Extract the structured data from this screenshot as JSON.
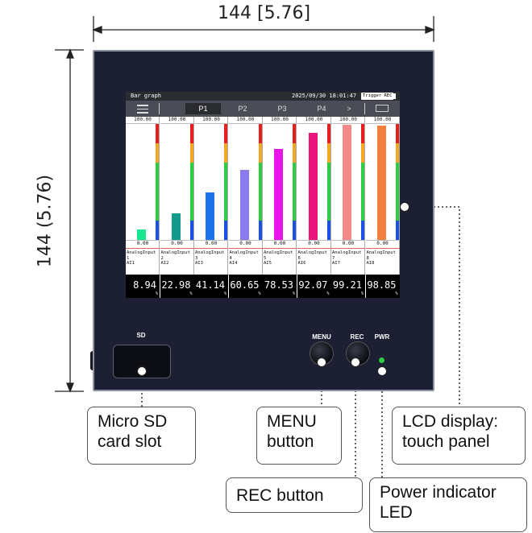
{
  "dimensions": {
    "width_label": "144 [5.76]",
    "height_label": "144 (5.76)"
  },
  "device": {
    "sd_label": "SD",
    "menu_label": "MENU",
    "rec_label": "REC",
    "pwr_label": "PWR",
    "led_color": "#2ecc40"
  },
  "screen": {
    "title": "Bar graph",
    "datetime": "2025/09/30 18:01:47",
    "trigger": "Trigger REC",
    "tabs": [
      "P1",
      "P2",
      "P3",
      "P4"
    ],
    "next_symbol": ">",
    "channels": [
      {
        "top": "100.00",
        "bottom": "0.00",
        "tag1": "AnalogInput",
        "tag2": "1",
        "tag3": "AI1",
        "value": "8.94",
        "unit": "%",
        "level": 0.0894,
        "color": "#17e88f"
      },
      {
        "top": "100.00",
        "bottom": "0.00",
        "tag1": "AnalogInput",
        "tag2": "2",
        "tag3": "AI2",
        "value": "22.98",
        "unit": "%",
        "level": 0.2298,
        "color": "#149a8a"
      },
      {
        "top": "100.00",
        "bottom": "0.00",
        "tag1": "AnalogInput",
        "tag2": "3",
        "tag3": "AI3",
        "value": "41.14",
        "unit": "%",
        "level": 0.4114,
        "color": "#1a73e8"
      },
      {
        "top": "100.00",
        "bottom": "0.00",
        "tag1": "AnalogInput",
        "tag2": "4",
        "tag3": "AI4",
        "value": "60.65",
        "unit": "%",
        "level": 0.6065,
        "color": "#8a7cf0"
      },
      {
        "top": "100.00",
        "bottom": "0.00",
        "tag1": "AnalogInput",
        "tag2": "5",
        "tag3": "AI5",
        "value": "78.53",
        "unit": "%",
        "level": 0.7853,
        "color": "#e815e8"
      },
      {
        "top": "100.00",
        "bottom": "0.00",
        "tag1": "AnalogInput",
        "tag2": "6",
        "tag3": "AI6",
        "value": "92.07",
        "unit": "%",
        "level": 0.9207,
        "color": "#e8157a"
      },
      {
        "top": "100.00",
        "bottom": "0.00",
        "tag1": "AnalogInput",
        "tag2": "7",
        "tag3": "AI7",
        "value": "99.21",
        "unit": "%",
        "level": 0.9921,
        "color": "#f28a8a"
      },
      {
        "top": "100.00",
        "bottom": "0.00",
        "tag1": "AnalogInput",
        "tag2": "8",
        "tag3": "AI8",
        "value": "98.85",
        "unit": "%",
        "level": 0.9885,
        "color": "#f2803c"
      }
    ]
  },
  "callouts": {
    "sd": [
      "Micro SD",
      "card slot"
    ],
    "menu": [
      "MENU",
      "button"
    ],
    "lcd": [
      "LCD display:",
      "touch panel"
    ],
    "rec": [
      "REC button"
    ],
    "power": [
      "Power indicator",
      "LED"
    ]
  }
}
